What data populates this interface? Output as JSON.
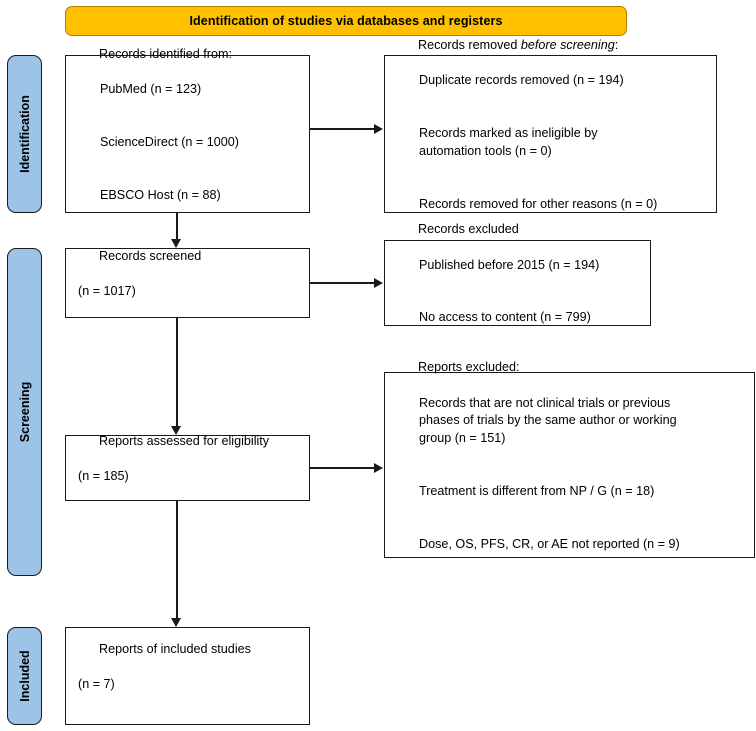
{
  "banner": {
    "title": "Identification of studies via databases and registers"
  },
  "rails": [
    {
      "id": "identification",
      "label": "Identification"
    },
    {
      "id": "screening",
      "label": "Screening"
    },
    {
      "id": "included",
      "label": "Included"
    }
  ],
  "boxes": {
    "identified": {
      "heading": "Records identified from:",
      "items": [
        "PubMed (n = 123)",
        "ScienceDirect (n = 1000)",
        "EBSCO Host (n = 88)"
      ]
    },
    "removed": {
      "heading_pre": "Records removed ",
      "heading_italic": "before screening",
      "heading_post": ":",
      "items": [
        "Duplicate records removed (n = 194)",
        "Records marked as ineligible by\nautomation tools (n = 0)",
        "Records removed for other reasons (n = 0)"
      ]
    },
    "screened": {
      "line1": "Records screened",
      "line2": "(n = 1017)"
    },
    "records_excluded": {
      "heading": "Records excluded",
      "items": [
        "Published before 2015 (n = 194)",
        "No access to content (n = 799)"
      ]
    },
    "eligibility": {
      "line1": "Reports assessed for eligibility",
      "line2": "(n = 185)"
    },
    "reports_excluded": {
      "heading": "Reports excluded:",
      "items": [
        "Records that are not clinical trials or previous\nphases of trials by the same author or working\ngroup (n = 151)",
        "Treatment is different from NP / G (n = 18)",
        "Dose, OS, PFS, CR, or AE not reported (n = 9)"
      ]
    },
    "included": {
      "line1": "Reports of included studies",
      "line2": "(n = 7)"
    }
  },
  "colors": {
    "banner_fill": "#FFC000",
    "rail_fill": "#9DC3E6",
    "box_stroke": "#1a1a1a",
    "box_fill": "#ffffff"
  }
}
